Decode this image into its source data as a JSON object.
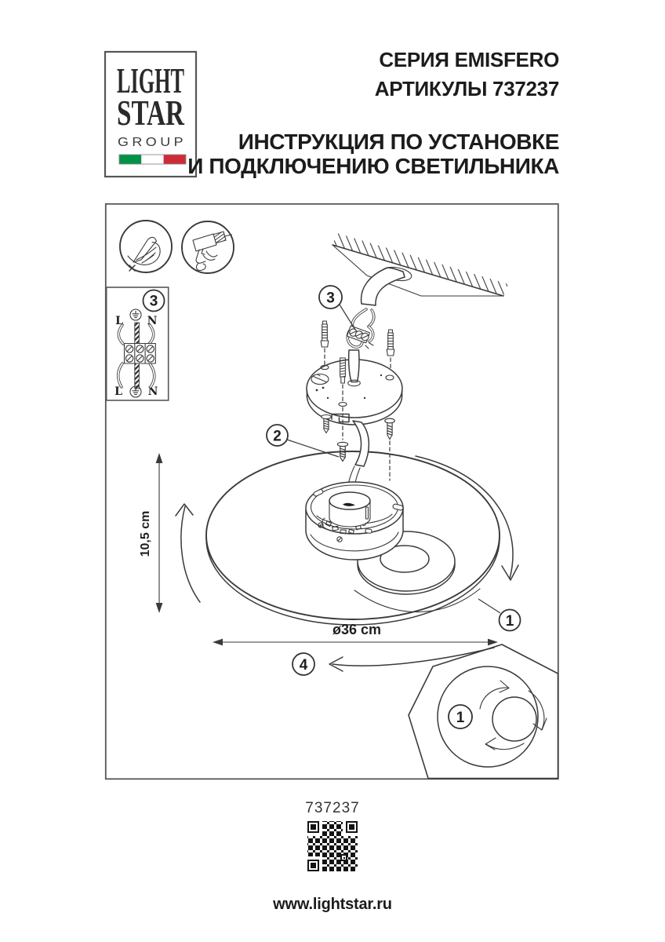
{
  "page": {
    "background": "#ffffff"
  },
  "header": {
    "logo": {
      "word1": "LIGHT",
      "word2": "STAR",
      "word3": "GROUP"
    },
    "series_line": "СЕРИЯ EMISFERO",
    "article_line": "АРТИКУЛЫ 737237",
    "instruction_line1": "ИНСТРУКЦИЯ ПО УСТАНОВКЕ",
    "instruction_line2": "И ПОДКЛЮЧЕНИЮ СВЕТИЛЬНИКА"
  },
  "diagram": {
    "wiring_callout": "3",
    "callout_terminal": "3",
    "callout_screw": "2",
    "callout_shade": "1",
    "callout_rotate": "4",
    "detail_callout": "1",
    "wiring_labels": {
      "l_top": "L",
      "n_top": "N",
      "l_bottom": "L",
      "n_bottom": "N"
    },
    "dim_height": "10,5 cm",
    "dim_diameter": "ø36 cm",
    "tool_icons": [
      "wire-stripper-icon",
      "drill-icon"
    ]
  },
  "footer": {
    "article_number": "737237",
    "website": "www.lightstar.ru"
  },
  "colors": {
    "line": "#3a3a3a",
    "box_border": "#55565a",
    "flag_green": "#009246",
    "flag_red": "#ce2b37",
    "text": "#1c1c1c"
  }
}
